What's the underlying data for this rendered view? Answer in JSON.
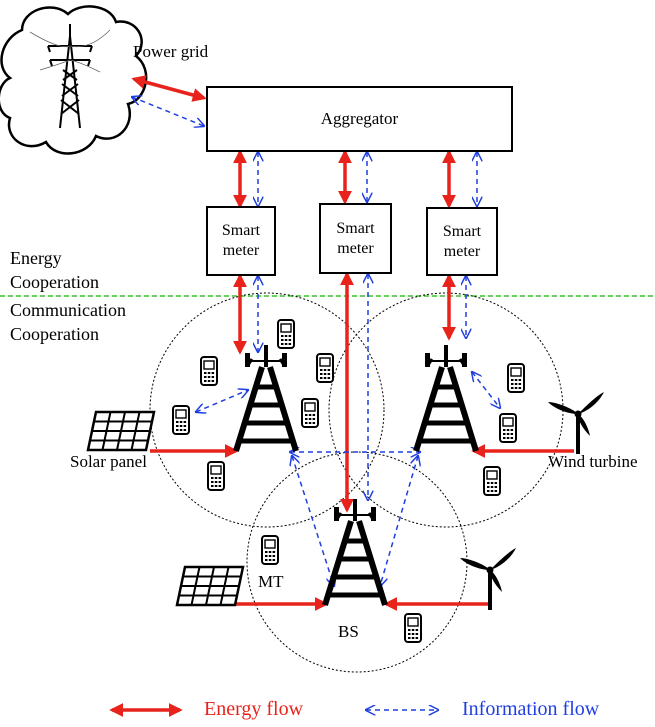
{
  "labels": {
    "power_grid": "Power grid",
    "aggregator": "Aggregator",
    "smart_meter_line1": "Smart",
    "smart_meter_line2": "meter",
    "energy_coop_line1": "Energy",
    "energy_coop_line2": "Cooperation",
    "comm_coop_line1": "Communication",
    "comm_coop_line2": "Cooperation",
    "solar_panel": "Solar panel",
    "wind_turbine": "Wind turbine",
    "mt": "MT",
    "bs": "BS"
  },
  "legend": {
    "energy_flow": "Energy flow",
    "information_flow": "Information flow"
  },
  "colors": {
    "energy": "#e8231c",
    "information": "#1f3fe0",
    "divider": "#39c02a",
    "ink": "#000000"
  }
}
